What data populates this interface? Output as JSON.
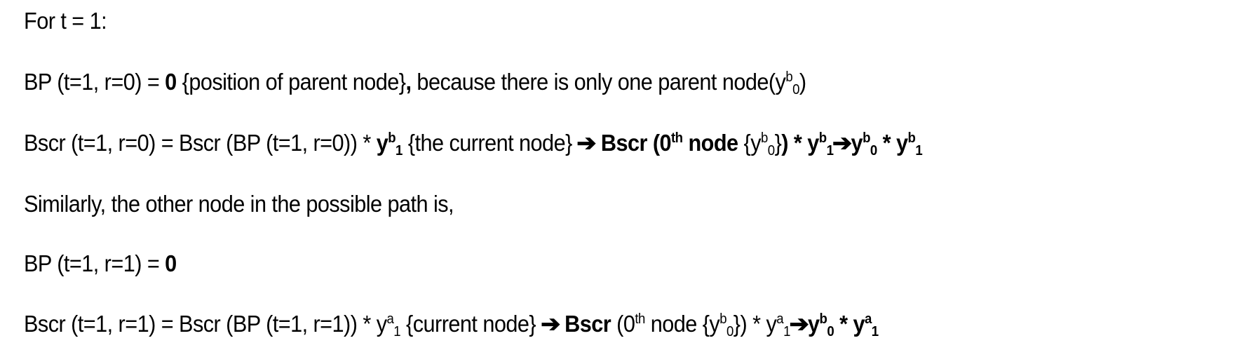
{
  "document": {
    "line1": {
      "text": "For t = 1:"
    },
    "line2": {
      "prefix": "BP (t=1, r=0) = ",
      "value": "0",
      "note": " {position of parent node}",
      "comma": ",",
      "reason": " because there is only one parent node(y",
      "sup": "b",
      "sub": "0",
      "close": ")"
    },
    "line3": {
      "prefix": "Bscr (t=1, r=0) = Bscr (BP (t=1, r=0)) * ",
      "y": "y",
      "y_sup": "b",
      "y_sub": "1",
      "note": " {the current node} ",
      "arrow": "➔",
      "bscr": " Bscr (0",
      "th": "th",
      "node": " node ",
      "brace_open": "{y",
      "brace_sup": "b",
      "brace_sub": "0",
      "brace_close": "}",
      "rest": ") * y",
      "rest_sup": "b",
      "rest_sub": "1",
      "arrow2": " ➔ ",
      "res_y1": "y",
      "res_y1_sup": "b",
      "res_y1_sub": "0",
      "res_mul": " * y",
      "res_y2_sup": "b",
      "res_y2_sub": "1"
    },
    "line4": {
      "text": "Similarly, the other node in the possible path is,"
    },
    "line5": {
      "prefix": "BP (t=1, r=1) = ",
      "value": "0"
    },
    "line6": {
      "prefix": "Bscr (t=1, r=1) = Bscr (BP (t=1, r=1)) * y",
      "y_sup": "a",
      "y_sub": "1",
      "note": " {current node} ",
      "arrow": "➔",
      "bscr": " Bscr",
      "paren": " (0",
      "th": "th",
      "node": " node {y",
      "node_sup": "b",
      "node_sub": "0",
      "node_close": "}) * y",
      "mul_sup": "a",
      "mul_sub": "1",
      "arrow2": " ➔ ",
      "res_y1": "y",
      "res_y1_sup": "b",
      "res_y1_sub": "0",
      "res_mul": " * y",
      "res_y2_sup": "a",
      "res_y2_sub": "1"
    }
  }
}
